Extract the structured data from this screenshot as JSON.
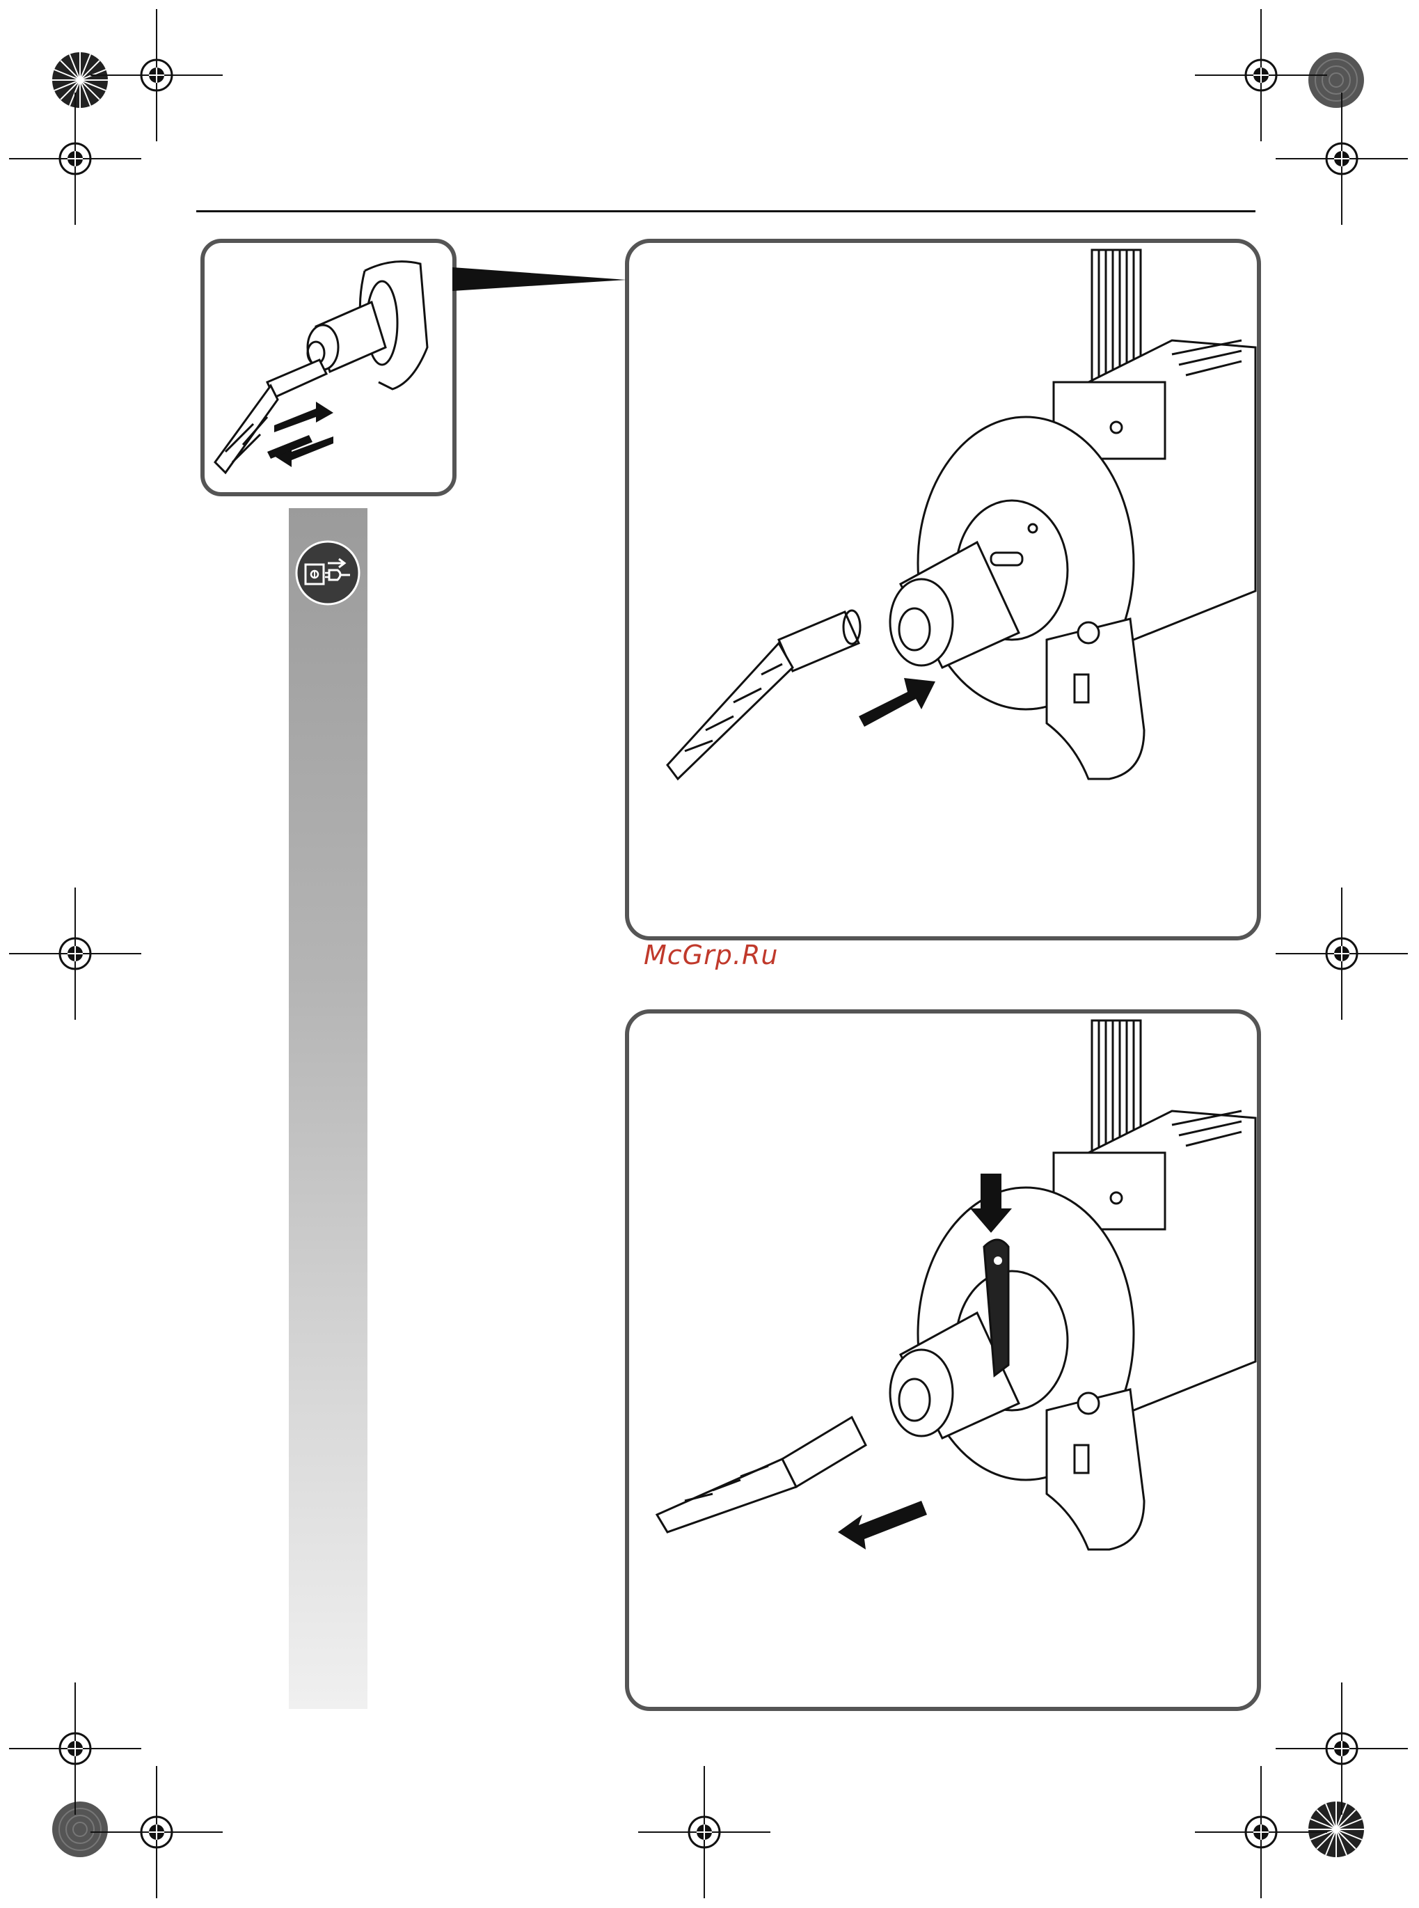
{
  "watermark": {
    "text": "McGrp.Ru",
    "color": "#c0392b"
  },
  "icons": {
    "unplug": "unplug-before-service-icon",
    "registration": "registration-mark-icon",
    "color_bar": "color-calibration-wheel-icon"
  },
  "figures": [
    {
      "id": "inset",
      "depicts": "drill-bit-insertion-detail"
    },
    {
      "id": "insert",
      "depicts": "insert-drill-bit"
    },
    {
      "id": "remove",
      "depicts": "remove-drill-bit-with-wedge"
    }
  ],
  "colors": {
    "frame": "#555555",
    "line": "#111111",
    "sidebar_top": "#9b9b9b",
    "sidebar_bottom": "#f0f0f0"
  }
}
